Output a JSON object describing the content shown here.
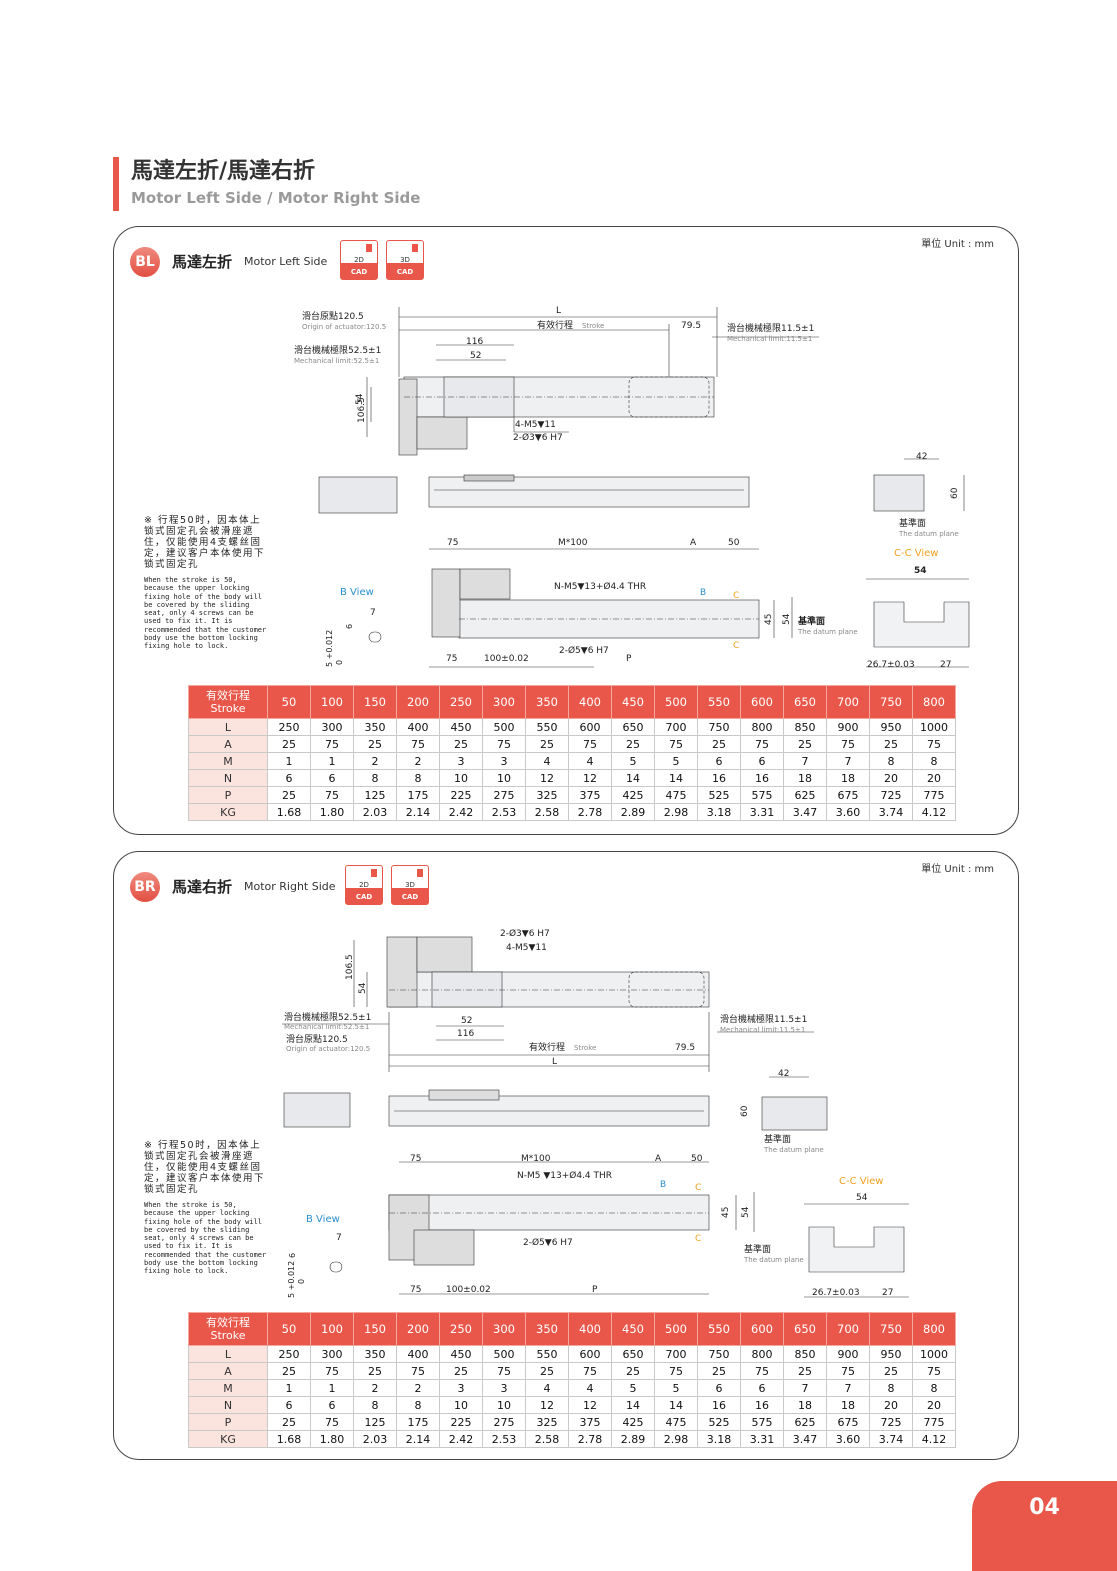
{
  "header": {
    "title": "馬達左折/馬達右折",
    "subtitle": "Motor Left Side / Motor Right Side"
  },
  "unit_label": "單位 Unit : mm",
  "cad": {
    "icons": [
      "2D",
      "3D"
    ],
    "suffix": "CAD"
  },
  "note": {
    "zh": "※ 行程50时，因本体上锁式固定孔会被滑座遮住，仅能使用4支螺丝固定，建议客户本体使用下锁式固定孔",
    "en": "When the stroke is 50, because the upper locking fixing hole of the body will be covered by the sliding seat, only 4 screws can be used to fix it. It is recommended that the customer body use the bottom locking fixing hole to lock."
  },
  "dimensions": {
    "L": "L",
    "stroke_zh": "有效行程",
    "stroke_en": "Stroke",
    "origin_zh": "滑台原點120.5",
    "origin_en": "Origin of actuator:120.5",
    "mech_left_zh": "滑台機械極限52.5±1",
    "mech_left_en": "Mechanical limit:52.5±1",
    "mech_right_zh": "滑台機械極限11.5±1",
    "mech_right_en": "Mechanical limit:11.5±1",
    "d79_5": "79.5",
    "d116": "116",
    "d52": "52",
    "d54": "54",
    "d106_5": "106.5",
    "m5": "4-M5▼11",
    "d3": "2-Ø3▼6 H7",
    "d42": "42",
    "d60": "60",
    "datum_zh": "基準面",
    "datum_en": "The datum plane",
    "cc_view": "C-C View",
    "d75": "75",
    "m100": "M*100",
    "A": "A",
    "d50": "50",
    "nm5_bl": "N-M5▼13+Ø4.4 THR",
    "nm5_br": "N-M5 ▼13+Ø4.4 THR",
    "B": "B",
    "C": "C",
    "b_view": "B View",
    "d7": "7",
    "tol_6": "6",
    "tol_5": "5 +0.012",
    "tol_0": "0",
    "d45": "45",
    "d5h7": "2-Ø5▼6 H7",
    "d100": "100±0.02",
    "P": "P",
    "d26_7": "26.7±0.03",
    "d27": "27"
  },
  "sections": [
    {
      "badge": "BL",
      "title_zh": "馬達左折",
      "title_en": "Motor Left Side"
    },
    {
      "badge": "BR",
      "title_zh": "馬達右折",
      "title_en": "Motor Right Side"
    }
  ],
  "table": {
    "header_zh": "有效行程",
    "header_en": "Stroke",
    "strokes": [
      "50",
      "100",
      "150",
      "200",
      "250",
      "300",
      "350",
      "400",
      "450",
      "500",
      "550",
      "600",
      "650",
      "700",
      "750",
      "800"
    ],
    "rows": [
      {
        "label": "L",
        "values": [
          "250",
          "300",
          "350",
          "400",
          "450",
          "500",
          "550",
          "600",
          "650",
          "700",
          "750",
          "800",
          "850",
          "900",
          "950",
          "1000"
        ]
      },
      {
        "label": "A",
        "values": [
          "25",
          "75",
          "25",
          "75",
          "25",
          "75",
          "25",
          "75",
          "25",
          "75",
          "25",
          "75",
          "25",
          "75",
          "25",
          "75"
        ]
      },
      {
        "label": "M",
        "values": [
          "1",
          "1",
          "2",
          "2",
          "3",
          "3",
          "4",
          "4",
          "5",
          "5",
          "6",
          "6",
          "7",
          "7",
          "8",
          "8"
        ]
      },
      {
        "label": "N",
        "values": [
          "6",
          "6",
          "8",
          "8",
          "10",
          "10",
          "12",
          "12",
          "14",
          "14",
          "16",
          "16",
          "18",
          "18",
          "20",
          "20"
        ]
      },
      {
        "label": "P",
        "values": [
          "25",
          "75",
          "125",
          "175",
          "225",
          "275",
          "325",
          "375",
          "425",
          "475",
          "525",
          "575",
          "625",
          "675",
          "725",
          "775"
        ]
      },
      {
        "label": "KG",
        "values": [
          "1.68",
          "1.80",
          "2.03",
          "2.14",
          "2.42",
          "2.53",
          "2.58",
          "2.78",
          "2.89",
          "2.98",
          "3.18",
          "3.31",
          "3.47",
          "3.60",
          "3.74",
          "4.12"
        ]
      }
    ]
  },
  "page_number": "04",
  "colors": {
    "accent": "#e8574a",
    "blue": "#2a8fd0",
    "orange": "#f0a020"
  }
}
